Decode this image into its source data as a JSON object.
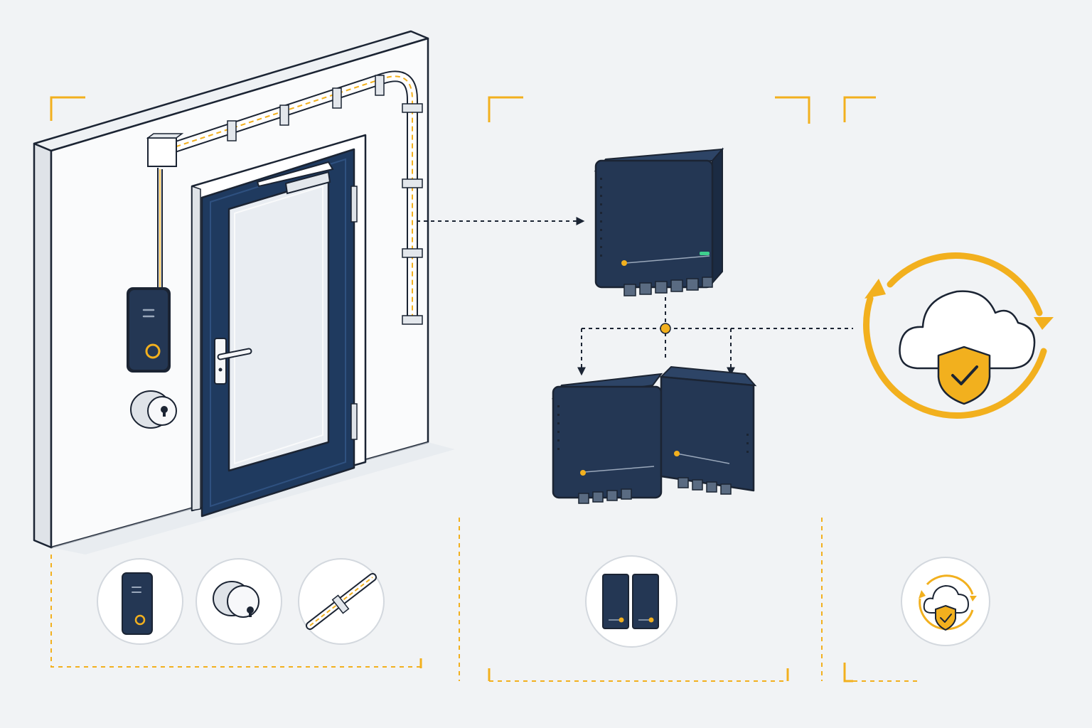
{
  "colors": {
    "background": "#f1f3f5",
    "navy": "#1f3a5f",
    "device_navy": "#243754",
    "accent_yellow": "#f2b01e",
    "outline": "#1b2433",
    "wall": "#fafbfc",
    "wall_side": "#dfe3e8",
    "glass": "#e9edf2",
    "cloud": "#ffffff",
    "status_green": "#3ecf8e"
  },
  "sections": [
    {
      "id": "on-site-hardware",
      "items": [
        {
          "icon": "access-reader-icon"
        },
        {
          "icon": "cylinder-lock-icon"
        },
        {
          "icon": "cable-conduit-icon"
        }
      ]
    },
    {
      "id": "controllers",
      "items": [
        {
          "icon": "controller-pair-icon"
        }
      ]
    },
    {
      "id": "cloud-sync",
      "items": [
        {
          "icon": "cloud-sync-shield-icon"
        }
      ]
    }
  ],
  "scene": {
    "main_controller": {
      "status_led": "green",
      "indicator": "yellow"
    },
    "sub_controllers": [
      {
        "indicator": "yellow"
      },
      {
        "indicator": "yellow"
      }
    ],
    "cloud": {
      "state": "secured",
      "sync": "two-way"
    }
  }
}
